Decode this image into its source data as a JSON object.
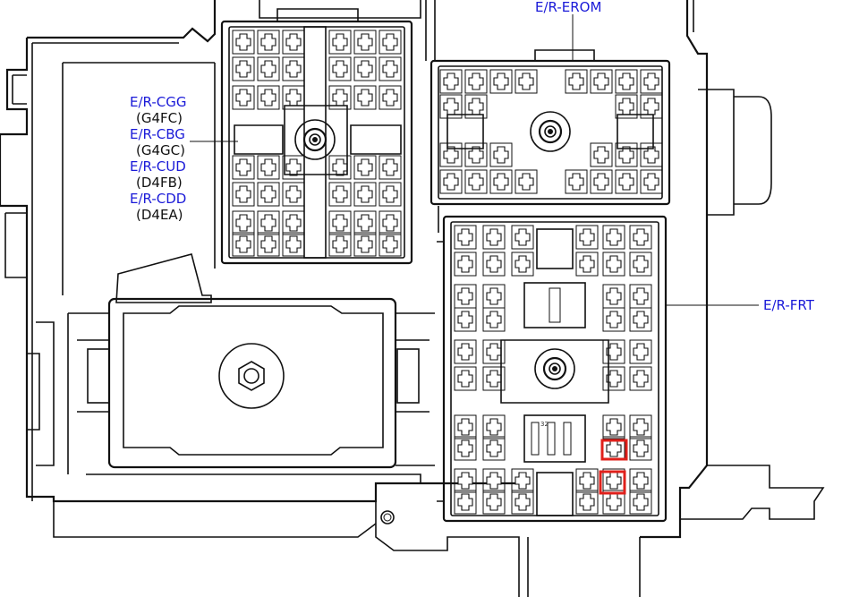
{
  "colors": {
    "label_blue": "#1a1ad8",
    "label_black": "#111111",
    "line": "#111111",
    "highlight": "#e0201b",
    "background": "#ffffff"
  },
  "labels": {
    "erom": "E/R-EROM",
    "cgg": "E/R-CGG",
    "cgg_code": "(G4FC)",
    "cbg": "E/R-CBG",
    "cbg_code": "(G4GC)",
    "cud": "E/R-CUD",
    "cud_code": "(D4FB)",
    "cdd": "E/R-CDD",
    "cdd_code": "(D4EA)",
    "frt": "E/R-FRT"
  },
  "pin_labels": {
    "pin_32": "32"
  },
  "highlights": {
    "count": 2
  }
}
